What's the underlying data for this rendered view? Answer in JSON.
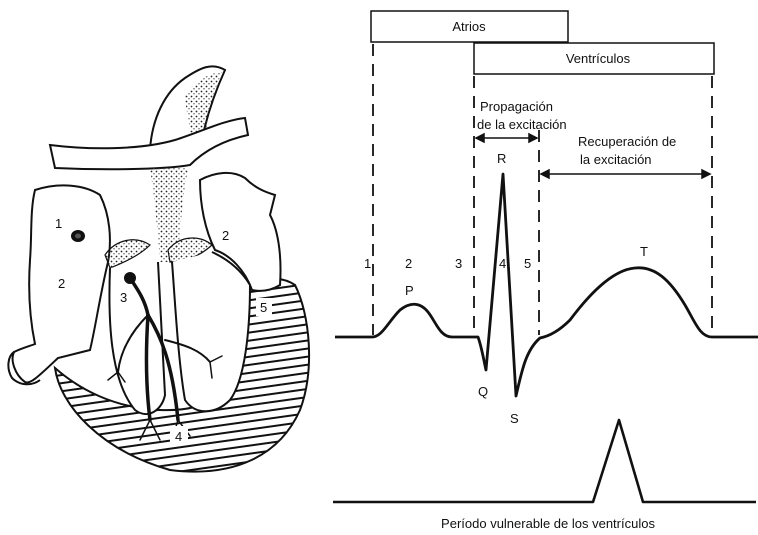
{
  "heart": {
    "labels": {
      "sa_node": "1",
      "atrium_left": "2",
      "atrium_right": "2",
      "av_node": "3",
      "purkinje": "4",
      "myocardium": "5"
    }
  },
  "ecg": {
    "bars": {
      "atria": "Atrios",
      "ventricles": "Ventrículos"
    },
    "annotations": {
      "propagation_line1": "Propagación",
      "propagation_line2": "de la excitación",
      "recovery_line1": "Recuperación de",
      "recovery_line2": "la excitación"
    },
    "phase_numbers": [
      "1",
      "2",
      "3",
      "4",
      "5"
    ],
    "waves": {
      "p": "P",
      "q": "Q",
      "r": "R",
      "s": "S",
      "t": "T"
    },
    "vulnerable_caption": "Período vulnerable de los ventrículos"
  },
  "colors": {
    "ink": "#111111",
    "background": "#ffffff"
  }
}
